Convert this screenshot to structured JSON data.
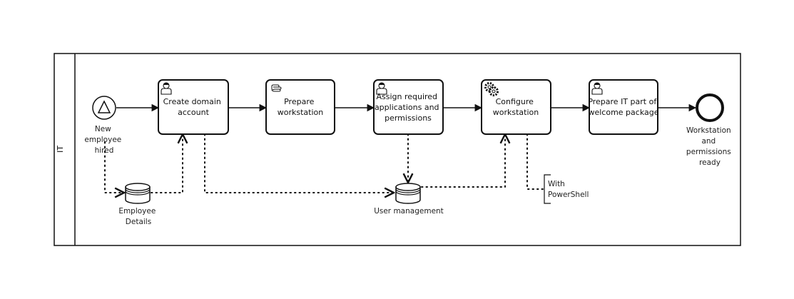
{
  "lane": {
    "label": "IT"
  },
  "start_event": {
    "label_lines": [
      "New",
      "employee",
      "hired"
    ]
  },
  "end_event": {
    "label_lines": [
      "Workstation",
      "and",
      "permissions",
      "ready"
    ]
  },
  "tasks": [
    {
      "type": "user-task",
      "label_lines": [
        "Create domain",
        "account"
      ]
    },
    {
      "type": "manual-task",
      "label_lines": [
        "Prepare",
        "workstation"
      ]
    },
    {
      "type": "user-task",
      "label_lines": [
        "Assign required",
        "applications and",
        "permissions"
      ]
    },
    {
      "type": "service-task",
      "label_lines": [
        "Configure",
        "workstation"
      ]
    },
    {
      "type": "user-task",
      "label_lines": [
        "Prepare IT part of",
        "welcome package"
      ]
    }
  ],
  "data_stores": [
    {
      "label_lines": [
        "Employee",
        "Details"
      ]
    },
    {
      "label_lines": [
        "User management"
      ]
    }
  ],
  "annotation": {
    "label_lines": [
      "With",
      "PowerShell"
    ]
  },
  "colors": {
    "stroke": "#111111",
    "fill": "#ffffff"
  }
}
